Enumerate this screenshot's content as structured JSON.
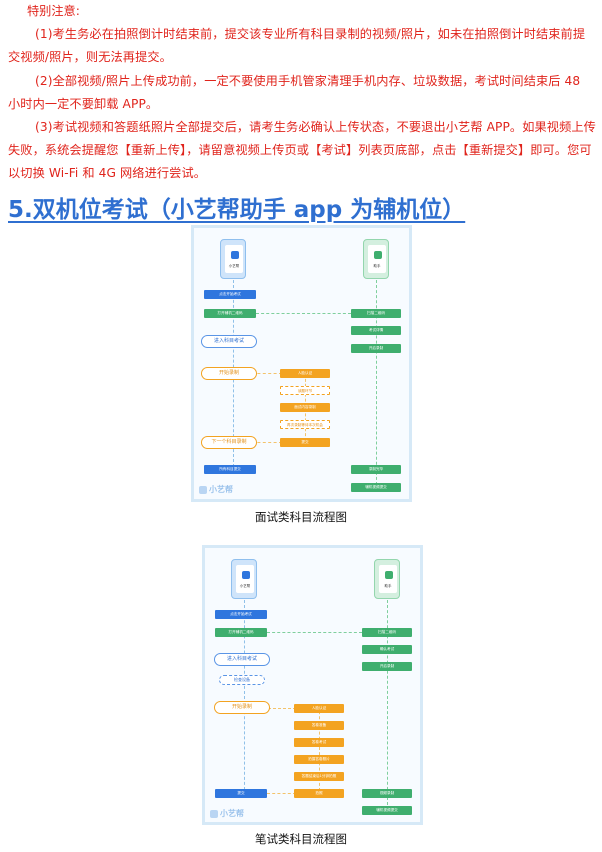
{
  "notes": {
    "header": "特别注意:",
    "items": [
      "(1)考生务必在拍照倒计时结束前，提交该专业所有科目录制的视频/照片，如未在拍照倒计时结束前提交视频/照片，则无法再提交。",
      "(2)全部视频/照片上传成功前，一定不要使用手机管家清理手机内存、垃圾数据，考试时间结束后 48 小时内一定不要卸载 APP。",
      "(3)考试视频和答题纸照片全部提交后，请考生务必确认上传状态，不要退出小艺帮 APP。如果视频上传失败，系统会提醒您【重新上传】，请留意视频上传页或【考试】列表页底部，点击【重新提交】即可。您可以切换 Wi-Fi 和 4G 网络进行尝试。"
    ]
  },
  "section_title": "5.双机位考试（小艺帮助手 app 为辅机位）",
  "figure1": {
    "caption": "面试类科目流程图",
    "phone_main_label": "小艺帮",
    "phone_aux_label": "助手",
    "left_steps": [
      "点击开始考试",
      "打开辅机二维码"
    ],
    "pill_enter": "进入科目考试",
    "pill_record": "开始录制",
    "pill_next": "下一个科目录制",
    "submit_all": "所有科目提交",
    "mid_steps": [
      "人脸认证",
      "读题环节",
      "面试内容录制",
      "再次录制等待本次机会",
      "提交"
    ],
    "right_steps": [
      "扫描二维码",
      "考试详情",
      "开启录制",
      "录制完毕",
      "辅机视频提交"
    ],
    "watermark": "小艺帮"
  },
  "figure2": {
    "caption": "笔试类科目流程图",
    "phone_main_label": "小艺帮",
    "phone_aux_label": "助手",
    "left_steps": [
      "点击开始考试",
      "打开辅机二维码"
    ],
    "pill_enter": "进入科目考试",
    "pill_check": "检查设备",
    "pill_record": "开始录制",
    "submit": "提交",
    "mid_steps": [
      "人脸认证",
      "答卷准备",
      "答卷考试",
      "拍摄答卷照片",
      "答题结束后1分钟拍照",
      "拍照"
    ],
    "right_steps": [
      "扫描二维码",
      "确认考试",
      "开启录制",
      "视频录制",
      "辅机视频提交"
    ],
    "watermark": "小艺帮"
  }
}
